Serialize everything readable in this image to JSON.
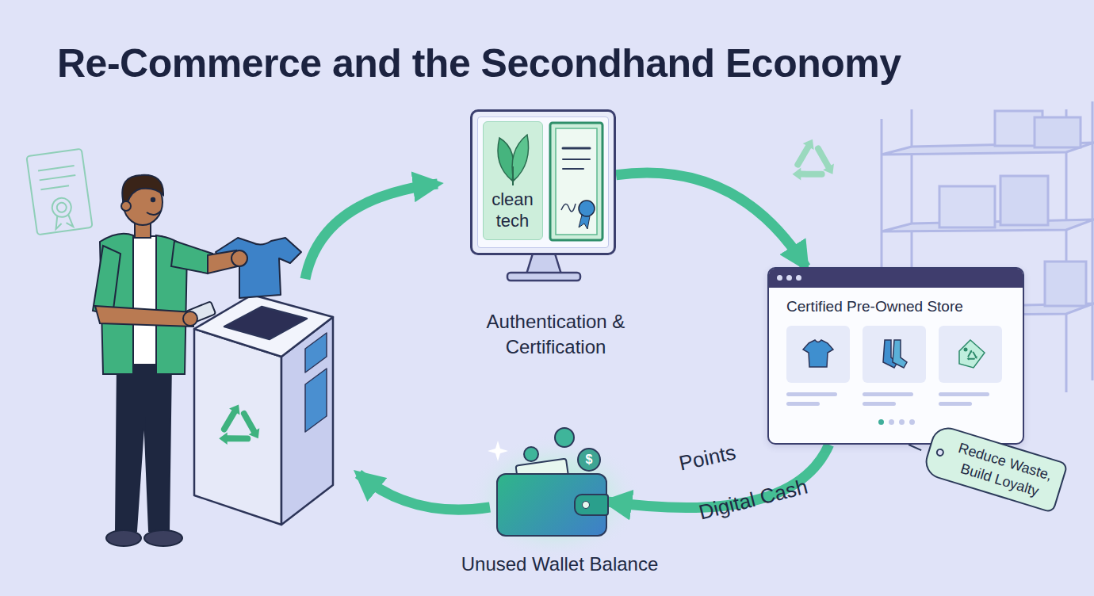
{
  "diagram": {
    "title": "Re-Commerce and the Secondhand Economy",
    "nodes": [
      {
        "text": [
          "Authentication & Certification"
        ]
      },
      {
        "text": [
          "clean tech"
        ],
        "in": 0
      },
      {
        "text": [
          "Certified Pre-Owned Store"
        ]
      },
      {
        "text": [
          "Reduce Waste, Build Loyalty"
        ]
      },
      {
        "text": [
          "Unused Wallet Balance"
        ]
      }
    ],
    "edges": [
      {
        "from": 0,
        "to": 2,
        "arrow": "to"
      },
      {
        "from": 2,
        "to": 4,
        "label": "Points",
        "arrow": "to"
      },
      {
        "from": 2,
        "to": 3,
        "arrow": "none"
      }
    ],
    "labels": [
      "Digital Cash",
      "$"
    ]
  }
}
